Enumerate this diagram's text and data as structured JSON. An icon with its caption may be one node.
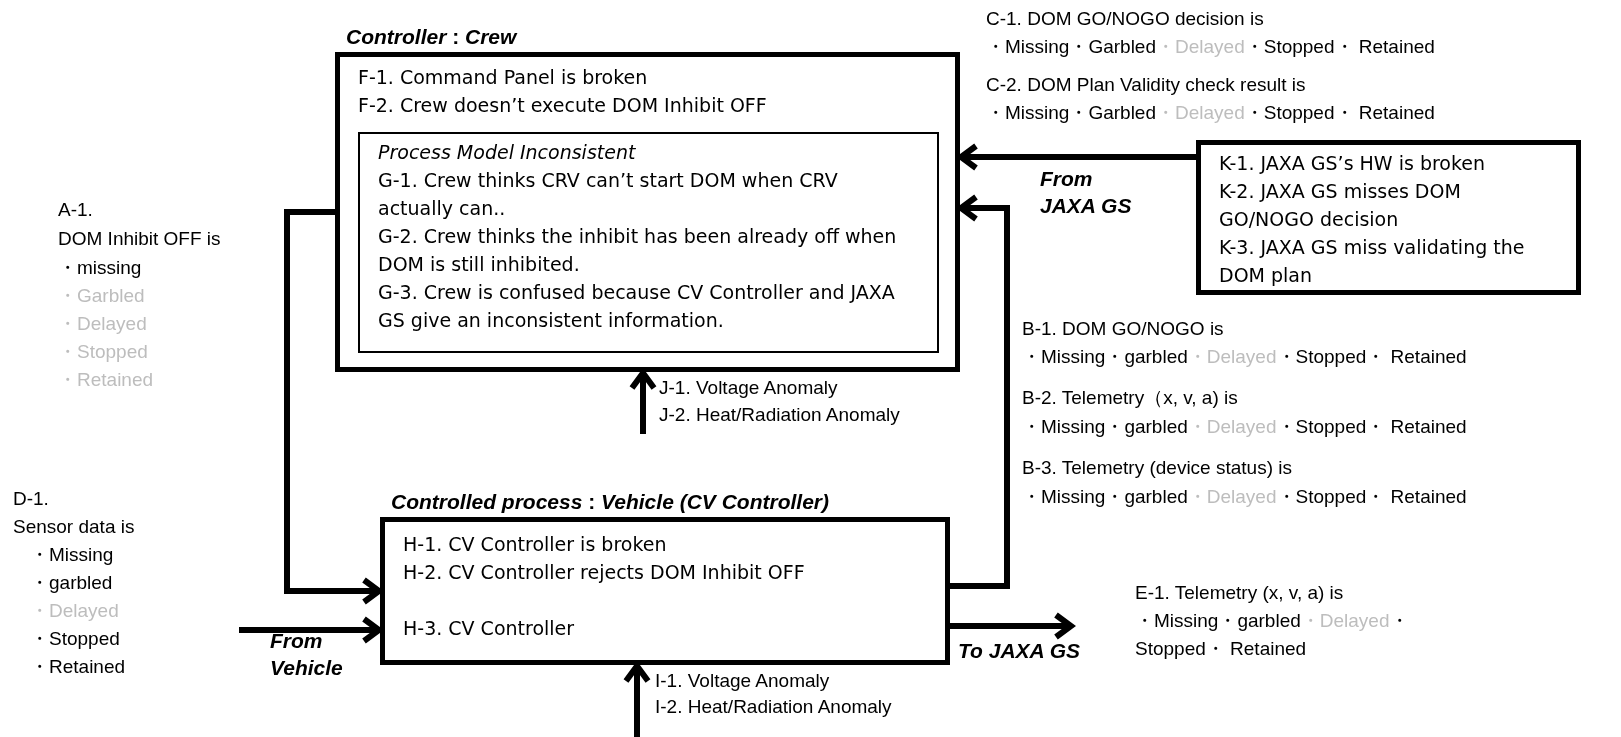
{
  "diagram": {
    "nodes": [
      {
        "text": [
          "*Controller* : *Crew*",
          "F-1. Command Panel is broken",
          "F-2. Crew doesn’t execute DOM Inhibit OFF"
        ]
      },
      {
        "text": [
          "Process Model Inconsistent",
          "G-1. Crew thinks CRV can’t start DOM when CRV actually can..",
          "G-2. Crew thinks the inhibit has been already off when DOM is still inhibited.",
          "G-3. Crew is confused because CV Controller and JAXA GS give an inconsistent information."
        ],
        "in": 0
      },
      {
        "text": [
          "*Controlled process* : *Vehicle (CV Controller)*",
          "H-1. CV Controller is broken",
          "H-2. CV Controller rejects DOM Inhibit OFF",
          "H-3. CV Controller"
        ]
      },
      {
        "text": [
          "K-1. JAXA GS’s HW is broken",
          "K-2. JAXA GS misses DOM GO/NOGO decision",
          "K-3. JAXA GS miss validating the DOM plan"
        ]
      }
    ],
    "edges": [
      {
        "from": 0,
        "to": 2,
        "arrow": "to"
      },
      {
        "from": 2,
        "to": 0,
        "arrow": "to"
      },
      {
        "from": 3,
        "to": 0,
        "arrow": "to",
        "label": "From JAXA GS"
      },
      {
        "from": null,
        "to": 2,
        "arrow": "to",
        "label": "From Vehicle"
      },
      {
        "from": 2,
        "to": null,
        "arrow": "to",
        "label": "To JAXA GS"
      },
      {
        "from": null,
        "to": 0,
        "arrow": "to"
      },
      {
        "from": null,
        "to": 2,
        "arrow": "to"
      }
    ],
    "labels": [
      "A-1.",
      "DOM Inhibit OFF is",
      "・missing",
      "・Garbled",
      "・Delayed",
      "・Stopped",
      "・Retained",
      "C-1. DOM GO/NOGO decision is",
      "・Missing・Garbled",
      "・Delayed",
      "・Stopped・ Retained",
      "C-2. DOM Plan Validity check result is",
      "・Missing・Garbled",
      "・Delayed",
      "・Stopped・ Retained",
      "B-1. DOM GO/NOGO is",
      "・Missing・garbled",
      "・Delayed",
      "・Stopped・ Retained",
      "B-2. Telemetry（x, v, a) is",
      "・Missing・garbled",
      "・Delayed",
      "・Stopped・ Retained",
      "B-3. Telemetry (device status) is",
      "・Missing・garbled",
      "・Delayed",
      "・Stopped・ Retained",
      "J-1. Voltage Anomaly",
      "J-2. Heat/Radiation Anomaly",
      "D-1.",
      "Sensor data is",
      "・Missing",
      "・garbled",
      "・Delayed",
      "・Stopped",
      "・Retained",
      "E-1. Telemetry (x, v, a) is",
      "・Missing・garbled",
      "・Delayed",
      "・",
      "Stopped・ Retained",
      "I-1. Voltage Anomaly",
      "I-2. Heat/Radiation Anomaly"
    ]
  }
}
